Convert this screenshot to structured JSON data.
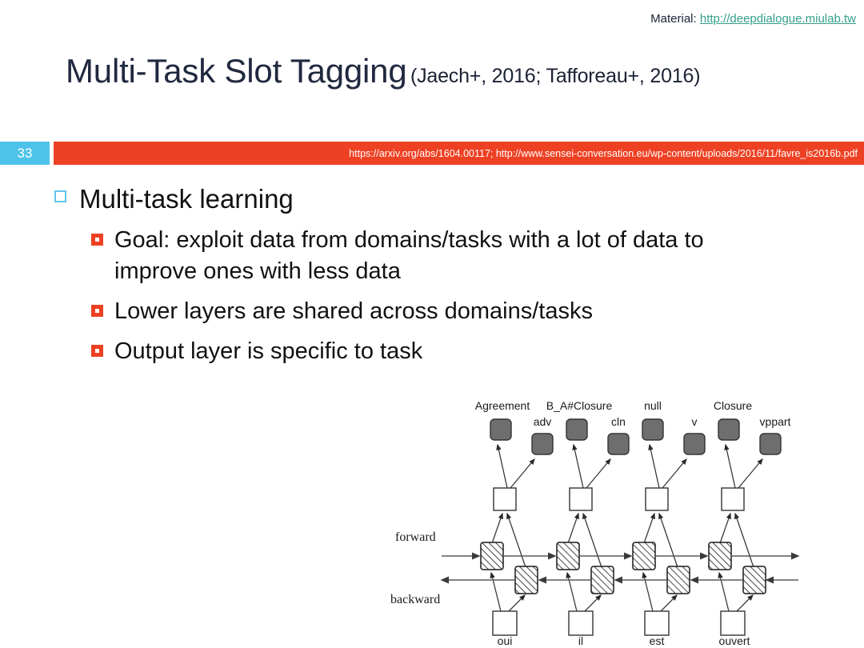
{
  "header": {
    "material_label": "Material:",
    "material_url": "http://deepdialogue.miulab.tw"
  },
  "slide": {
    "title": "Multi-Task Slot Tagging",
    "citation": "(Jaech+, 2016; Tafforeau+, 2016)",
    "page_number": "33",
    "reference_urls": "https://arxiv.org/abs/1604.00117; http://www.sensei-conversation.eu/wp-content/uploads/2016/11/favre_is2016b.pdf"
  },
  "content": {
    "bullet_level1": "Multi-task learning",
    "bullets_level2": [
      "Goal: exploit data from domains/tasks with a lot of data to improve ones with less data",
      "Lower layers are shared across domains/tasks",
      "Output layer is specific to task"
    ]
  },
  "diagram": {
    "name": "multi-task-bilstm-slot-tagging-diagram",
    "row_labels": {
      "forward": "forward",
      "backward": "backward"
    },
    "columns": [
      {
        "input_word": "oui",
        "task_a_label": "Agreement",
        "task_b_label": "adv"
      },
      {
        "input_word": "il",
        "task_a_label": "B_A#Closure",
        "task_b_label": "cln"
      },
      {
        "input_word": "est",
        "task_a_label": "null",
        "task_b_label": "v"
      },
      {
        "input_word": "ouvert",
        "task_a_label": "Closure",
        "task_b_label": "vppart"
      }
    ]
  },
  "colors": {
    "accent_red": "#ee4123",
    "accent_blue": "#4dc3ea",
    "link_teal": "#35a08a",
    "title_navy": "#20293f",
    "node_gray": "#6e6e6e"
  }
}
